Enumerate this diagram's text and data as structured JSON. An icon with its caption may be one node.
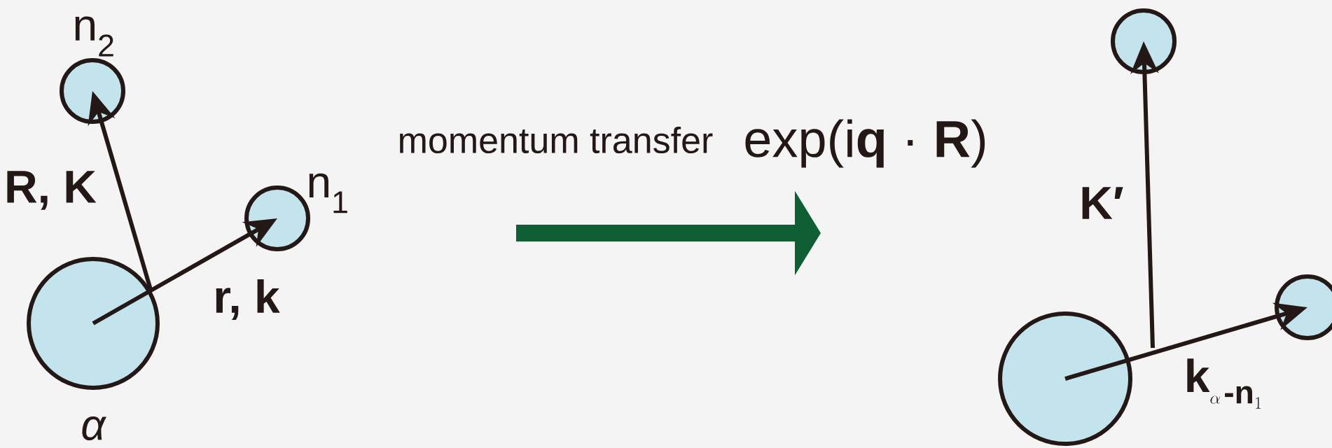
{
  "diagram": {
    "nodes": [
      {
        "text": [],
        "shape": "circle",
        "beside": [
          "α"
        ]
      },
      {
        "text": [],
        "shape": "circle",
        "beside": [
          "n$_{2}$"
        ]
      },
      {
        "text": [],
        "shape": "circle",
        "beside": [
          "n$_{1}$"
        ]
      },
      {
        "text": [],
        "shape": "circle"
      },
      {
        "text": [],
        "shape": "circle"
      },
      {
        "text": [],
        "shape": "circle"
      }
    ],
    "edges": [
      {
        "from": 0,
        "to": 1,
        "arrow": "to",
        "label": "R, K"
      },
      {
        "from": 0,
        "to": 2,
        "arrow": "to",
        "label": "r, k"
      },
      {
        "from": 3,
        "to": 4,
        "arrow": "to",
        "label": "K′"
      },
      {
        "from": 3,
        "to": 5,
        "arrow": "to",
        "label": "\\textbf{k}_{\\alpha\\,\\textbf{-n}_{1}}"
      }
    ],
    "labels": [
      "momentum transfer",
      "exp(i**q** · **R**)"
    ]
  }
}
